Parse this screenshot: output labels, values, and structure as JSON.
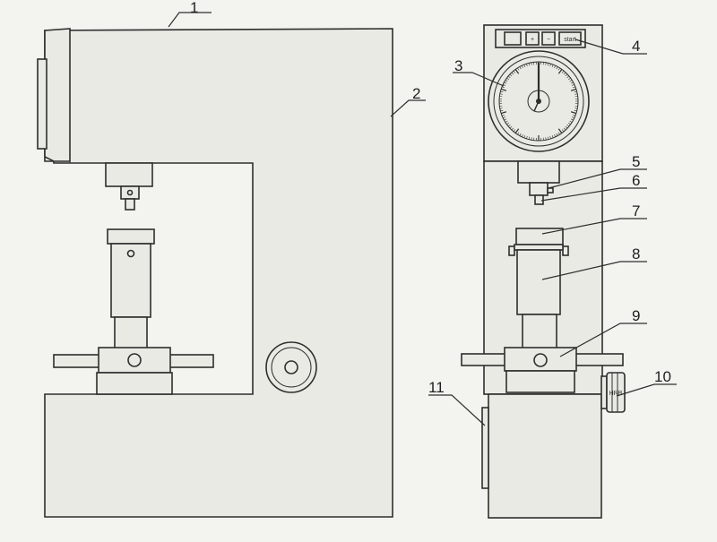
{
  "diagram": {
    "callouts": [
      {
        "id": "1",
        "label": "1"
      },
      {
        "id": "2",
        "label": "2"
      },
      {
        "id": "3",
        "label": "3"
      },
      {
        "id": "4",
        "label": "4"
      },
      {
        "id": "5",
        "label": "5"
      },
      {
        "id": "6",
        "label": "6"
      },
      {
        "id": "7",
        "label": "7"
      },
      {
        "id": "8",
        "label": "8"
      },
      {
        "id": "9",
        "label": "9"
      },
      {
        "id": "10",
        "label": "10"
      },
      {
        "id": "11",
        "label": "11"
      }
    ],
    "control_panel": {
      "plus_label": "+",
      "minus_label": "−",
      "start_label": "start"
    },
    "handwheel_label": "HRB",
    "colors": {
      "line": "#2e2e2e",
      "fill": "#eaeae5",
      "paper": "#f3f3ef"
    }
  }
}
